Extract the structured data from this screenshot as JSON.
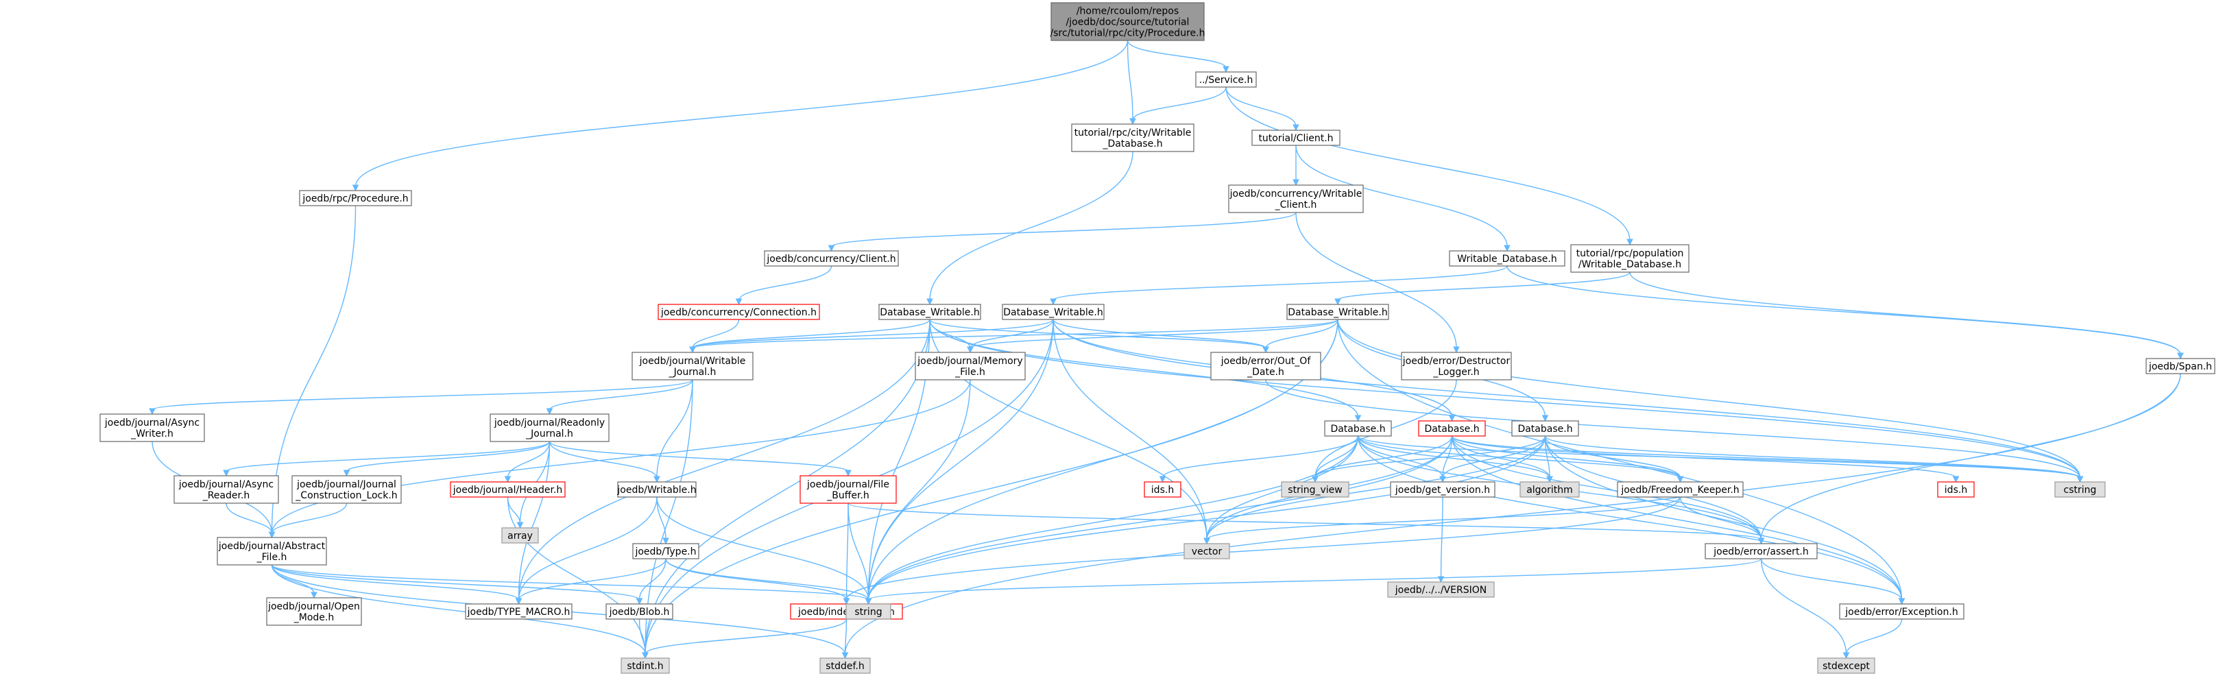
{
  "graph": {
    "edge_color": "#63b8ff",
    "nodes": {
      "root": {
        "lines": [
          "/home/rcoulom/repos",
          "/joedb/doc/source/tutorial",
          "/src/tutorial/rpc/city/Procedure.h"
        ],
        "style": "focus"
      },
      "service": {
        "lines": [
          "../Service.h"
        ]
      },
      "city_wdb": {
        "lines": [
          "tutorial/rpc/city/Writable",
          "_Database.h"
        ]
      },
      "client": {
        "lines": [
          "tutorial/Client.h"
        ]
      },
      "rpc_proc": {
        "lines": [
          "joedb/rpc/Procedure.h"
        ]
      },
      "conc_wclient": {
        "lines": [
          "joedb/concurrency/Writable",
          "_Client.h"
        ]
      },
      "conc_client": {
        "lines": [
          "joedb/concurrency/Client.h"
        ]
      },
      "wdb": {
        "lines": [
          "Writable_Database.h"
        ]
      },
      "pop_wdb": {
        "lines": [
          "tutorial/rpc/population",
          "/Writable_Database.h"
        ]
      },
      "conc_conn": {
        "lines": [
          "joedb/concurrency/Connection.h"
        ],
        "style": "red"
      },
      "dbw1": {
        "lines": [
          "Database_Writable.h"
        ]
      },
      "dbw2": {
        "lines": [
          "Database_Writable.h"
        ]
      },
      "dbw3": {
        "lines": [
          "Database_Writable.h"
        ]
      },
      "span": {
        "lines": [
          "joedb/Span.h"
        ]
      },
      "dlogger": {
        "lines": [
          "joedb/error/Destructor",
          "_Logger.h"
        ]
      },
      "jw_journal": {
        "lines": [
          "joedb/journal/Writable",
          "_Journal.h"
        ]
      },
      "mem_file": {
        "lines": [
          "joedb/journal/Memory",
          "_File.h"
        ]
      },
      "out_of_date": {
        "lines": [
          "joedb/error/Out_Of",
          "_Date.h"
        ]
      },
      "async_writer": {
        "lines": [
          "joedb/journal/Async",
          "_Writer.h"
        ]
      },
      "readonly": {
        "lines": [
          "joedb/journal/Readonly",
          "_Journal.h"
        ]
      },
      "db1": {
        "lines": [
          "Database.h"
        ]
      },
      "db_red": {
        "lines": [
          "Database.h"
        ],
        "style": "red"
      },
      "db3": {
        "lines": [
          "Database.h"
        ]
      },
      "async_reader": {
        "lines": [
          "joedb/journal/Async",
          "_Reader.h"
        ]
      },
      "construction": {
        "lines": [
          "joedb/journal/Journal",
          "_Construction_Lock.h"
        ]
      },
      "header": {
        "lines": [
          "joedb/journal/Header.h"
        ],
        "style": "red"
      },
      "writable": {
        "lines": [
          "joedb/Writable.h"
        ]
      },
      "file_buffer": {
        "lines": [
          "joedb/journal/File",
          "_Buffer.h"
        ],
        "style": "red"
      },
      "ids1": {
        "lines": [
          "ids.h"
        ],
        "style": "red"
      },
      "string_view": {
        "lines": [
          "string_view"
        ],
        "style": "gray"
      },
      "get_version": {
        "lines": [
          "joedb/get_version.h"
        ]
      },
      "algorithm": {
        "lines": [
          "algorithm"
        ],
        "style": "gray"
      },
      "freedom": {
        "lines": [
          "joedb/Freedom_Keeper.h"
        ]
      },
      "ids2": {
        "lines": [
          "ids.h"
        ],
        "style": "red"
      },
      "cstring": {
        "lines": [
          "cstring"
        ],
        "style": "gray"
      },
      "array": {
        "lines": [
          "array"
        ],
        "style": "gray"
      },
      "abstract": {
        "lines": [
          "joedb/journal/Abstract",
          "_File.h"
        ]
      },
      "type": {
        "lines": [
          "joedb/Type.h"
        ]
      },
      "vector": {
        "lines": [
          "vector"
        ],
        "style": "gray"
      },
      "version": {
        "lines": [
          "joedb/../../VERSION"
        ],
        "style": "gray"
      },
      "assert": {
        "lines": [
          "joedb/error/assert.h"
        ]
      },
      "open_mode": {
        "lines": [
          "joedb/journal/Open",
          "_Mode.h"
        ]
      },
      "type_macro": {
        "lines": [
          "joedb/TYPE_MACRO.h"
        ]
      },
      "blob": {
        "lines": [
          "joedb/Blob.h"
        ]
      },
      "index_types": {
        "lines": [
          "joedb/index_types.h"
        ],
        "style": "red"
      },
      "string": {
        "lines": [
          "string"
        ],
        "style": "gray"
      },
      "exception": {
        "lines": [
          "joedb/error/Exception.h"
        ]
      },
      "stdint": {
        "lines": [
          "stdint.h"
        ],
        "style": "gray"
      },
      "stddef": {
        "lines": [
          "stddef.h"
        ],
        "style": "gray"
      },
      "stdexcept": {
        "lines": [
          "stdexcept"
        ],
        "style": "gray"
      }
    },
    "edges": [
      [
        "root",
        "service"
      ],
      [
        "root",
        "city_wdb"
      ],
      [
        "root",
        "rpc_proc"
      ],
      [
        "service",
        "city_wdb"
      ],
      [
        "service",
        "client"
      ],
      [
        "service",
        "pop_wdb"
      ],
      [
        "city_wdb",
        "dbw1"
      ],
      [
        "client",
        "conc_wclient"
      ],
      [
        "client",
        "wdb"
      ],
      [
        "rpc_proc",
        "abstract"
      ],
      [
        "conc_wclient",
        "conc_client"
      ],
      [
        "conc_wclient",
        "dlogger"
      ],
      [
        "conc_client",
        "conc_conn"
      ],
      [
        "conc_conn",
        "jw_journal"
      ],
      [
        "wdb",
        "dbw2"
      ],
      [
        "wdb",
        "span"
      ],
      [
        "pop_wdb",
        "dbw3"
      ],
      [
        "pop_wdb",
        "span"
      ],
      [
        "dbw1",
        "jw_journal"
      ],
      [
        "dbw1",
        "mem_file"
      ],
      [
        "dbw1",
        "out_of_date"
      ],
      [
        "dbw1",
        "db1"
      ],
      [
        "dbw1",
        "vector"
      ],
      [
        "dbw1",
        "string"
      ],
      [
        "dbw1",
        "cstring"
      ],
      [
        "dbw1",
        "stdint"
      ],
      [
        "dbw1",
        "type_macro"
      ],
      [
        "dbw2",
        "jw_journal"
      ],
      [
        "dbw2",
        "mem_file"
      ],
      [
        "dbw2",
        "out_of_date"
      ],
      [
        "dbw2",
        "db_red"
      ],
      [
        "dbw2",
        "vector"
      ],
      [
        "dbw2",
        "string"
      ],
      [
        "dbw2",
        "cstring"
      ],
      [
        "dbw2",
        "stdint"
      ],
      [
        "dbw3",
        "jw_journal"
      ],
      [
        "dbw3",
        "mem_file"
      ],
      [
        "dbw3",
        "out_of_date"
      ],
      [
        "dbw3",
        "db3"
      ],
      [
        "dbw3",
        "string"
      ],
      [
        "dbw3",
        "cstring"
      ],
      [
        "dbw3",
        "stdint"
      ],
      [
        "dbw3",
        "exception"
      ],
      [
        "span",
        "assert"
      ],
      [
        "span",
        "stddef"
      ],
      [
        "dlogger",
        "string_view"
      ],
      [
        "jw_journal",
        "async_writer"
      ],
      [
        "jw_journal",
        "readonly"
      ],
      [
        "jw_journal",
        "writable"
      ],
      [
        "jw_journal",
        "stdint"
      ],
      [
        "mem_file",
        "abstract"
      ],
      [
        "mem_file",
        "string"
      ],
      [
        "out_of_date",
        "cstring"
      ],
      [
        "async_writer",
        "abstract"
      ],
      [
        "readonly",
        "async_reader"
      ],
      [
        "readonly",
        "construction"
      ],
      [
        "readonly",
        "header"
      ],
      [
        "readonly",
        "writable"
      ],
      [
        "readonly",
        "file_buffer"
      ],
      [
        "readonly",
        "array"
      ],
      [
        "readonly",
        "type_macro"
      ],
      [
        "db1",
        "ids1"
      ],
      [
        "db1",
        "string_view"
      ],
      [
        "db1",
        "get_version"
      ],
      [
        "db1",
        "algorithm"
      ],
      [
        "db1",
        "freedom"
      ],
      [
        "db1",
        "cstring"
      ],
      [
        "db1",
        "vector"
      ],
      [
        "db1",
        "string"
      ],
      [
        "db1",
        "assert"
      ],
      [
        "db1",
        "exception"
      ],
      [
        "db_red",
        "string_view"
      ],
      [
        "db_red",
        "get_version"
      ],
      [
        "db_red",
        "algorithm"
      ],
      [
        "db_red",
        "freedom"
      ],
      [
        "db_red",
        "ids2"
      ],
      [
        "db_red",
        "cstring"
      ],
      [
        "db_red",
        "vector"
      ],
      [
        "db_red",
        "string"
      ],
      [
        "db_red",
        "assert"
      ],
      [
        "db_red",
        "exception"
      ],
      [
        "db3",
        "string_view"
      ],
      [
        "db3",
        "get_version"
      ],
      [
        "db3",
        "algorithm"
      ],
      [
        "db3",
        "freedom"
      ],
      [
        "db3",
        "cstring"
      ],
      [
        "db3",
        "vector"
      ],
      [
        "db3",
        "string"
      ],
      [
        "db3",
        "assert"
      ],
      [
        "db3",
        "exception"
      ],
      [
        "async_reader",
        "abstract"
      ],
      [
        "construction",
        "abstract"
      ],
      [
        "header",
        "array"
      ],
      [
        "header",
        "stdint"
      ],
      [
        "writable",
        "type"
      ],
      [
        "writable",
        "type_macro"
      ],
      [
        "writable",
        "string"
      ],
      [
        "file_buffer",
        "index_types"
      ],
      [
        "file_buffer",
        "assert"
      ],
      [
        "file_buffer",
        "string"
      ],
      [
        "get_version",
        "version"
      ],
      [
        "freedom",
        "vector"
      ],
      [
        "freedom",
        "assert"
      ],
      [
        "freedom",
        "index_types"
      ],
      [
        "abstract",
        "open_mode"
      ],
      [
        "abstract",
        "type_macro"
      ],
      [
        "abstract",
        "blob"
      ],
      [
        "abstract",
        "string"
      ],
      [
        "abstract",
        "stdint"
      ],
      [
        "abstract",
        "stddef"
      ],
      [
        "type",
        "type_macro"
      ],
      [
        "type",
        "blob"
      ],
      [
        "type",
        "index_types"
      ],
      [
        "type",
        "string"
      ],
      [
        "blob",
        "stdint"
      ],
      [
        "index_types",
        "stdint"
      ],
      [
        "index_types",
        "stddef"
      ],
      [
        "assert",
        "exception"
      ],
      [
        "assert",
        "string"
      ],
      [
        "assert",
        "stdexcept"
      ],
      [
        "exception",
        "stdexcept"
      ]
    ]
  }
}
